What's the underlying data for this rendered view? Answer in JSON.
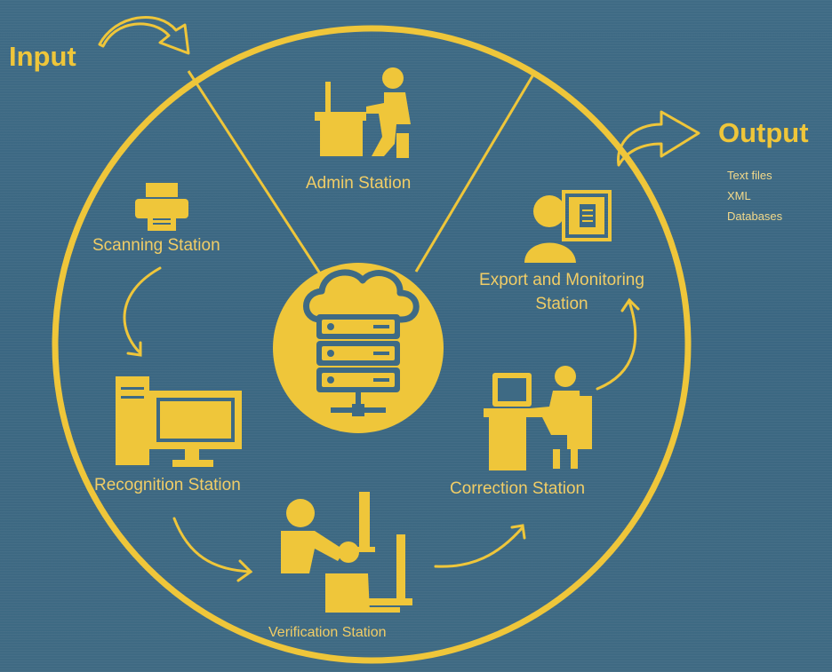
{
  "colors": {
    "background": "#3e6a84",
    "accent": "#efc63a"
  },
  "input": {
    "label": "Input"
  },
  "output": {
    "label": "Output",
    "items": [
      "Text files",
      "XML",
      "Databases"
    ]
  },
  "stations": {
    "admin": "Admin Station",
    "scanning": "Scanning Station",
    "export": "Export and Monitoring Station",
    "recognition": "Recognition Station",
    "correction": "Correction Station",
    "verification": "Verification Station"
  },
  "center": {
    "icon": "cloud-server-icon"
  }
}
